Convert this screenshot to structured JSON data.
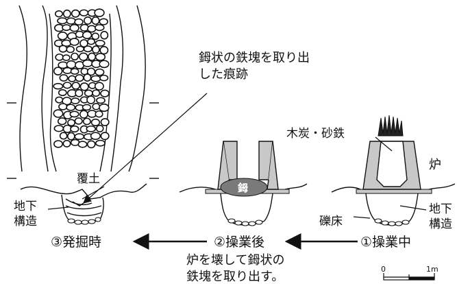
{
  "labels": {
    "trace_line1": "鉧状の鉄塊を取り出",
    "trace_line2": "した痕跡",
    "cover_soil": "覆土",
    "underground_a": "地下",
    "underground_b": "構造",
    "charcoal_ironsand": "木炭・砂鉄",
    "furnace": "炉",
    "gravel_bed": "礫床",
    "underground_c": "地下",
    "underground_d": "構造",
    "bloom_glyph": "鉧",
    "stage3": "③発掘時",
    "stage2": "②操業後",
    "stage1": "①操業中",
    "note_line1": "炉を壊して鉧状の",
    "note_line2": "鉄塊を取り出す。",
    "scale_start": "0",
    "scale_end": "1m"
  },
  "colors": {
    "furnace_wall": "#c8c8c8",
    "bloom": "#7a7a7a",
    "line": "#111111"
  }
}
